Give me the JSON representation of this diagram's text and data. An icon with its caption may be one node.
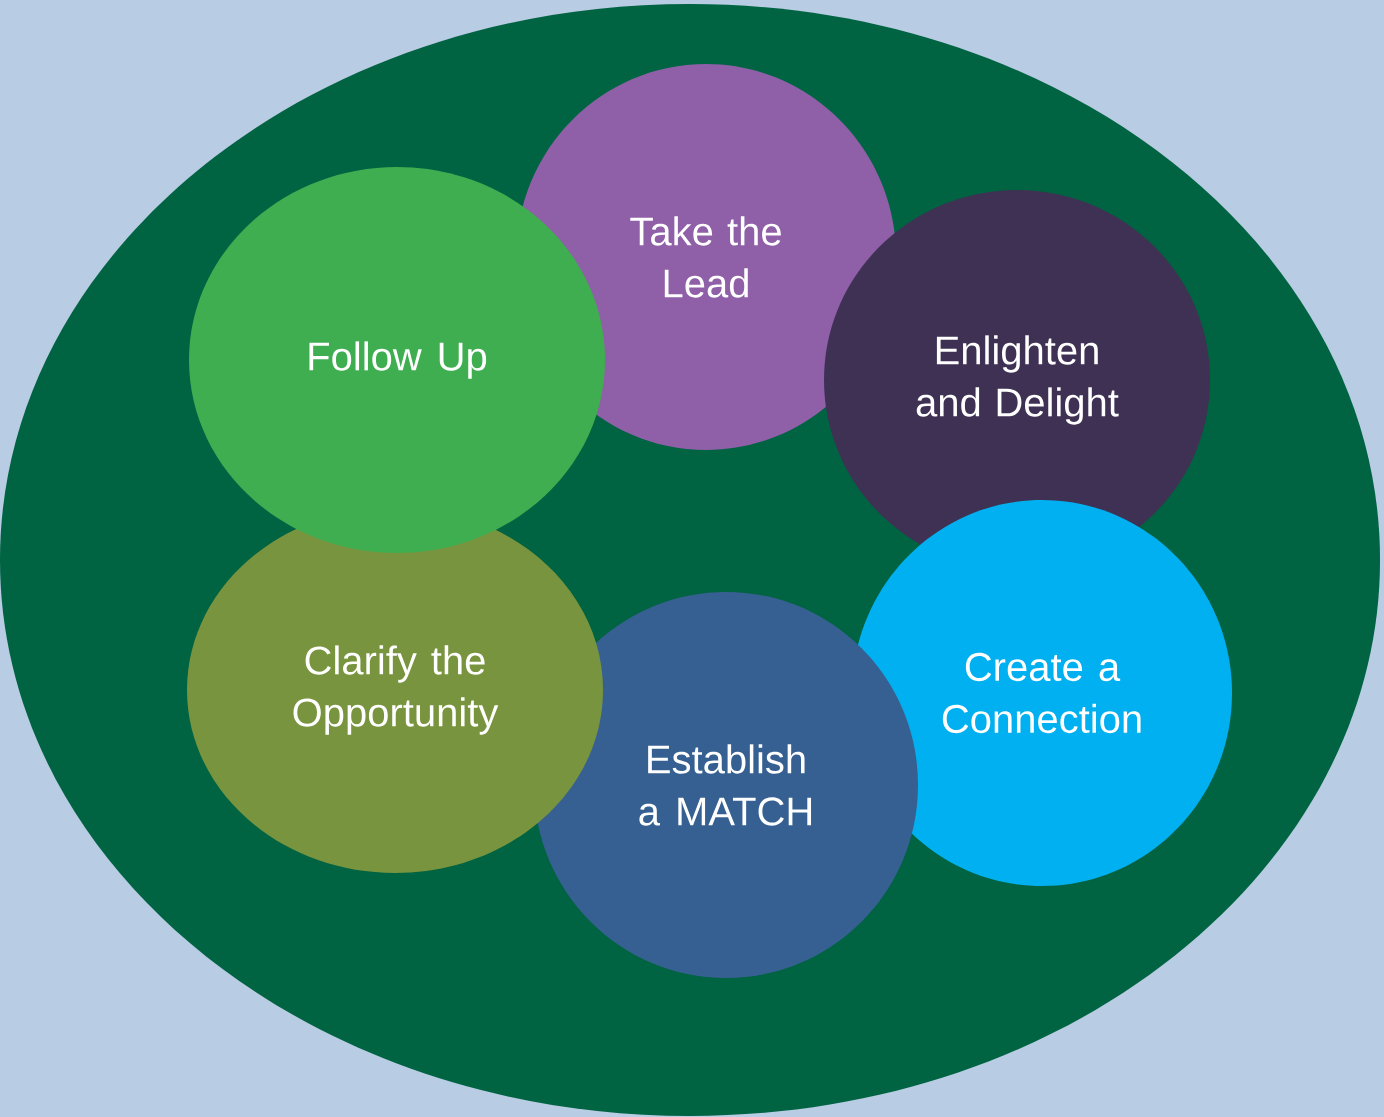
{
  "diagram": {
    "nodes": [
      {
        "text": [],
        "shape": "ellipse"
      },
      {
        "text": [
          "Take the Lead"
        ],
        "in": 0
      },
      {
        "text": [
          "Follow Up"
        ],
        "in": 0
      },
      {
        "text": [
          "Enlighten and Delight"
        ],
        "in": 0
      },
      {
        "text": [
          "Clarify the Opportunity"
        ],
        "in": 0
      },
      {
        "text": [
          "Establish a MATCH"
        ],
        "in": 0
      },
      {
        "text": [
          "Create a Connection"
        ],
        "in": 0
      }
    ]
  }
}
